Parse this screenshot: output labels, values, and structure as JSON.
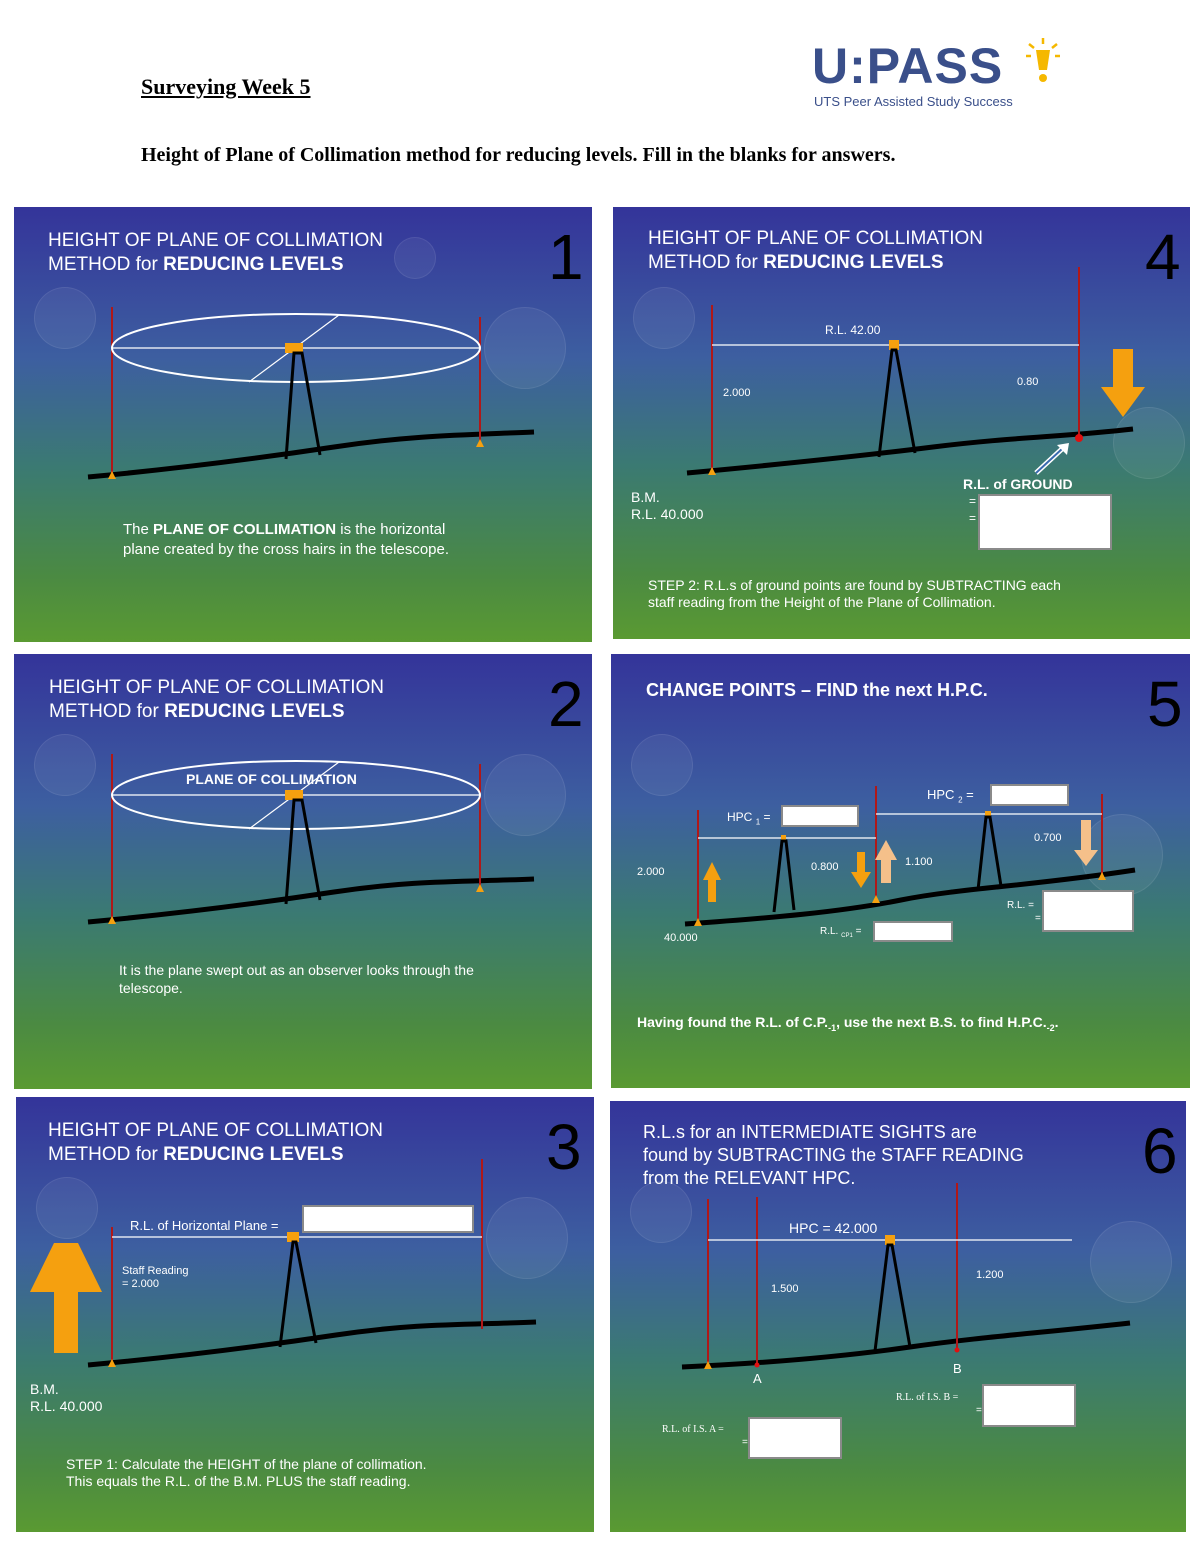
{
  "header": {
    "title": "Surveying Week 5",
    "instructions": "Height of Plane of Collimation method for reducing levels. Fill in the blanks for answers.",
    "logo_main": "U:PASS",
    "logo_sub": "UTS Peer Assisted Study Success"
  },
  "colors": {
    "accent_orange": "#f5a00f",
    "staff_red": "#b01818",
    "slide_top": "#34349a",
    "slide_bottom": "#5a9a32"
  },
  "slides": {
    "s1": {
      "number": "1",
      "title_line1": "HEIGHT OF PLANE OF COLLIMATION",
      "title_line2_prefix": "METHOD for ",
      "title_line2_bold": "REDUCING LEVELS",
      "text_prefix": "The ",
      "text_bold": "PLANE OF COLLIMATION",
      "text_rest": " is the horizontal plane created by the cross hairs in the telescope."
    },
    "s2": {
      "number": "2",
      "title_line1": "HEIGHT OF PLANE OF COLLIMATION",
      "title_line2_prefix": "METHOD for ",
      "title_line2_bold": "REDUCING LEVELS",
      "plane_label": "PLANE OF COLLIMATION",
      "text": "It is the plane swept out as an observer looks through the telescope."
    },
    "s3": {
      "number": "3",
      "title_line1": "HEIGHT OF PLANE OF COLLIMATION",
      "title_line2_prefix": "METHOD for ",
      "title_line2_bold": "REDUCING LEVELS",
      "rl_plane_label": "R.L. of Horizontal Plane =",
      "staff_reading_1": "Staff Reading",
      "staff_reading_2": "= 2.000",
      "bm_1": "B.M.",
      "bm_2": "R.L. 40.000",
      "step_1": "STEP 1: Calculate the HEIGHT of the plane of collimation.",
      "step_2": "This equals the R.L. of the B.M. PLUS the staff reading."
    },
    "s4": {
      "number": "4",
      "title_line1": "HEIGHT OF PLANE OF COLLIMATION",
      "title_line2_prefix": "METHOD for ",
      "title_line2_bold": "REDUCING LEVELS",
      "rl_label": "R.L. 42.00",
      "reading_left": "2.000",
      "reading_right": "0.80",
      "bm_1": "B.M.",
      "bm_2": "R.L. 40.000",
      "rl_ground": "R.L. of GROUND",
      "eq": "=",
      "step_1": "STEP 2: R.L.s of ground points are found by SUBTRACTING each",
      "step_2": "staff reading from the Height of the Plane of Collimation."
    },
    "s5": {
      "number": "5",
      "title": "CHANGE POINTS – FIND the next H.P.C.",
      "hpc1": "HPC",
      "hpc1_sub": "1",
      "hpc2": "HPC",
      "hpc2_sub": "2",
      "eq": "=",
      "r_2000": "2.000",
      "r_0800": "0.800",
      "r_1100": "1.100",
      "r_0700": "0.700",
      "bm": "40.000",
      "rl_cp": "R.L.",
      "rl_cp_sub": "CP1",
      "rl_end": "R.L. =",
      "footer_1": "Having found the R.L. of C.P.",
      "footer_sub1": "-1",
      "footer_2": ", use the next B.S. to find H.P.C.",
      "footer_sub2": "-2",
      "footer_3": "."
    },
    "s6": {
      "number": "6",
      "title_1": "R.L.s for an INTERMEDIATE SIGHTS are",
      "title_2": "found by SUBTRACTING the STAFF READING",
      "title_3": "from the RELEVANT HPC.",
      "hpc": "HPC = 42.000",
      "r_a": "1.500",
      "r_b": "1.200",
      "pt_a": "A",
      "pt_b": "B",
      "rl_a": "R.L. of I.S. A =",
      "rl_b": "R.L. of I.S. B =",
      "eq": "="
    }
  }
}
